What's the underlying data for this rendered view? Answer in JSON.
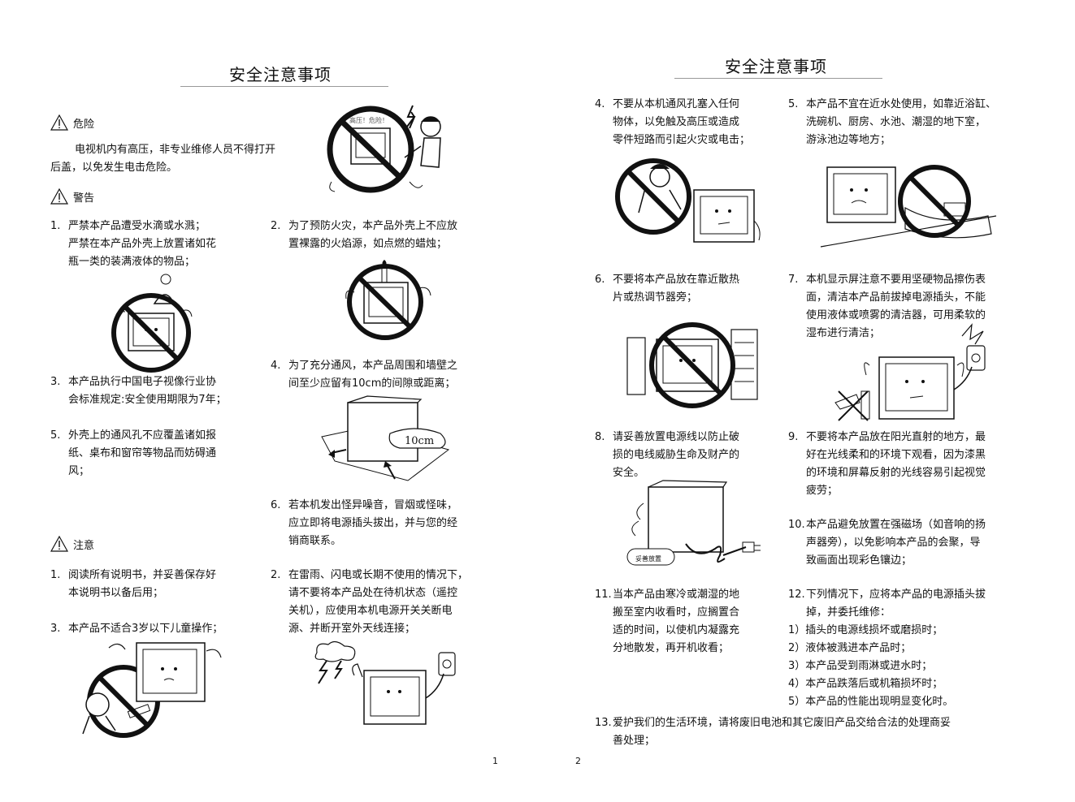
{
  "left": {
    "title": "安全注意事项",
    "danger": {
      "heading": "危险",
      "lines": [
        "电视机内有高压，非专业维修人员不得打开",
        "后盖，以免发生电击危险。"
      ],
      "illustration_label": "高压！危险！"
    },
    "warning": {
      "heading": "警告",
      "items": [
        {
          "num": "1.",
          "lines": [
            "严禁本产品遭受水滴或水溅；",
            "严禁在本产品外壳上放置诸如花",
            "瓶一类的装满液体的物品；"
          ]
        },
        {
          "num": "2.",
          "lines": [
            "为了预防火灾，本产品外壳上不应放",
            "置裸露的火焰源，如点燃的蜡烛；"
          ]
        },
        {
          "num": "3.",
          "lines": [
            "本产品执行中国电子视像行业协",
            "会标准规定:安全使用期限为7年；"
          ]
        },
        {
          "num": "4.",
          "lines": [
            "为了充分通风，本产品周围和墙壁之",
            "间至少应留有10cm的间隙或距离；"
          ]
        },
        {
          "num": "5.",
          "lines": [
            "外壳上的通风孔不应覆盖诸如报",
            "纸、桌布和窗帘等物品而妨碍通",
            "风；"
          ]
        },
        {
          "num": "6.",
          "lines": [
            "若本机发出怪异噪音，冒烟或怪味，",
            "应立即将电源插头拔出，并与您的经",
            "销商联系。"
          ]
        }
      ],
      "gap_label": "10cm"
    },
    "caution": {
      "heading": "注意",
      "items": [
        {
          "num": "1.",
          "lines": [
            "阅读所有说明书，并妥善保存好",
            "本说明书以备后用；"
          ]
        },
        {
          "num": "2.",
          "lines": [
            "在雷雨、闪电或长期不使用的情况下，",
            "请不要将本产品处在待机状态（遥控",
            "关机），应使用本机电源开关关断电",
            "源、并断开室外天线连接；"
          ]
        },
        {
          "num": "3.",
          "lines": [
            "本产品不适合3岁以下儿童操作；"
          ]
        }
      ]
    },
    "page_number": "1"
  },
  "right": {
    "title": "安全注意事项",
    "items": [
      {
        "num": "4.",
        "lines": [
          "不要从本机通风孔塞入任何",
          "物体，以免触及高压或造成",
          "零件短路而引起火灾或电击；"
        ]
      },
      {
        "num": "5.",
        "lines": [
          "本产品不宜在近水处使用，如靠近浴缸、",
          "洗碗机、厨房、水池、潮湿的地下室，",
          "游泳池边等地方；"
        ]
      },
      {
        "num": "6.",
        "lines": [
          "不要将本产品放在靠近散热",
          "片或热调节器旁；"
        ]
      },
      {
        "num": "7.",
        "lines": [
          "本机显示屏注意不要用坚硬物品擦伤表",
          "面，清洁本产品前拔掉电源插头，不能",
          "使用液体或喷雾的清洁器，可用柔软的",
          "湿布进行清洁；"
        ]
      },
      {
        "num": "8.",
        "lines": [
          "请妥善放置电源线以防止破",
          "损的电线威胁生命及财产的",
          "安全。"
        ]
      },
      {
        "num": "9.",
        "lines": [
          "不要将本产品放在阳光直射的地方，最",
          "好在光线柔和的环境下观看，因为漆黑",
          "的环境和屏幕反射的光线容易引起视觉",
          "疲劳；"
        ]
      },
      {
        "num": "10.",
        "lines": [
          "本产品避免放置在强磁场（如音响的扬",
          "声器旁），以免影响本产品的会聚，导",
          "致画面出现彩色镶边；"
        ]
      },
      {
        "num": "11.",
        "lines": [
          "当本产品由寒冷或潮湿的地",
          "搬至室内收看时，应搁置合",
          "适的时间，以使机内凝露充",
          "分地散发，再开机收看；"
        ]
      },
      {
        "num": "12.",
        "lines": [
          "下列情况下，应将本产品的电源插头拔",
          "掉，并委托维修："
        ]
      },
      {
        "num": "13.",
        "lines": [
          "爱护我们的生活环境，请将废旧电池和其它废旧产品交给合法的处理商妥",
          "善处理；"
        ]
      }
    ],
    "sub_items": [
      "1）插头的电源线损坏或磨损时；",
      "2）液体被溅进本产品时；",
      "3）本产品受到雨淋或进水时；",
      "4）本产品跌落后或机箱损坏时；",
      "5）本产品的性能出现明显变化时。"
    ],
    "cord_label": "妥善放置",
    "page_number": "2"
  }
}
